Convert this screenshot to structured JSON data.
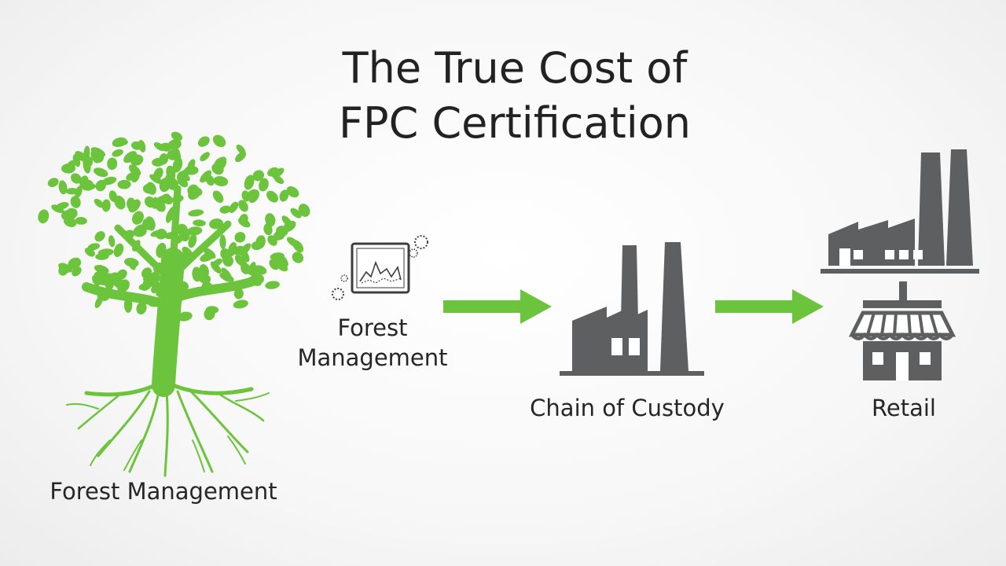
{
  "title": {
    "line1": "The True Cost of",
    "line2": "FPC Certification"
  },
  "stages": {
    "tree_label": "Forest Management",
    "forest_management_line1": "Forest",
    "forest_management_line2": "Management",
    "chain_of_custody": "Chain of Custody",
    "retail": "Retail"
  },
  "icons": {
    "tree": "tree-with-roots-icon",
    "forest": "forest-monitor-icon",
    "factory": "factory-icon",
    "retail": "factory-and-storefront-icon",
    "arrow": "right-arrow-icon"
  },
  "colors": {
    "green": "#6cc43c",
    "gray": "#5d5f60",
    "text": "#262626"
  }
}
